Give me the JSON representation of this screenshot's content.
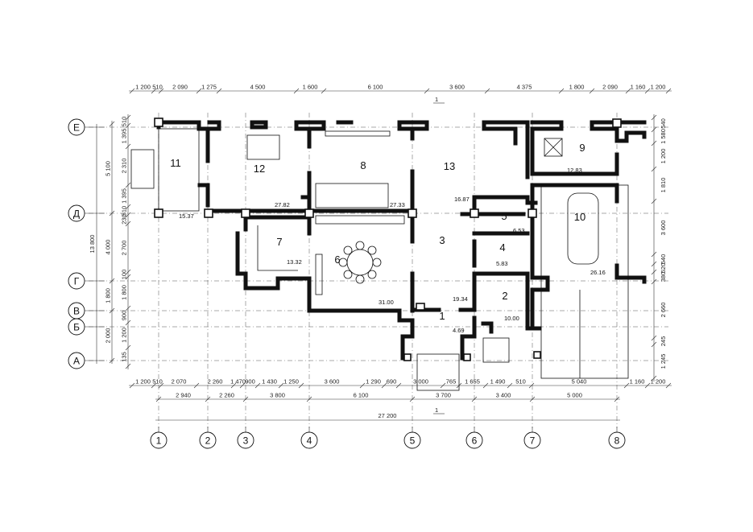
{
  "dims_top": [
    "1 200",
    "510",
    "2 090",
    "1 275",
    "4 500",
    "1 600",
    "6 100",
    "3 600",
    "4 375",
    "1 800",
    "2 090",
    "1 160",
    "1 200"
  ],
  "dims_bottom_1": [
    "1 200",
    "510",
    "2 070",
    "2 260",
    "1 470",
    "900",
    "1 430",
    "1 250",
    "3 600",
    "1 290",
    "690",
    "3 000",
    "765",
    "1 655",
    "1 490",
    "510",
    "5 040",
    "1 160",
    "1 200"
  ],
  "dims_bottom_2": [
    "2 940",
    "2 260",
    "3 800",
    "6 100",
    "3 700",
    "3 400",
    "5 000"
  ],
  "dim_total": "27 200",
  "dims_left_1": [
    "510",
    "1 395",
    "2 310",
    "1 395",
    "510",
    "230",
    "2 700",
    "100",
    "1 800",
    "900",
    "1 200",
    "135"
  ],
  "dims_left_2": [
    "5 100",
    "4 000",
    "1 800",
    "2 000"
  ],
  "dim_left_total": "13 800",
  "dims_right": [
    "540",
    "1 580",
    "1 200",
    "1 810",
    "3 600",
    "540",
    "520",
    "380",
    "2 660",
    "245",
    "1 245"
  ],
  "section_mark": "1",
  "axes_x": [
    "1",
    "2",
    "3",
    "4",
    "5",
    "6",
    "7",
    "8"
  ],
  "axes_y": [
    "Е",
    "Д",
    "Г",
    "В",
    "Б",
    "А"
  ],
  "rooms": [
    {
      "num": "1",
      "area": "4.69"
    },
    {
      "num": "2",
      "area": "10.00"
    },
    {
      "num": "3",
      "area": "19.34"
    },
    {
      "num": "4",
      "area": "5.83"
    },
    {
      "num": "5",
      "area": "6.53"
    },
    {
      "num": "6",
      "area": "31.00"
    },
    {
      "num": "7",
      "area": "13.32"
    },
    {
      "num": "8",
      "area": "27.33"
    },
    {
      "num": "9",
      "area": "12.83"
    },
    {
      "num": "10",
      "area": "26.16"
    },
    {
      "num": "11",
      "area": "15.37"
    },
    {
      "num": "12",
      "area": "27.82"
    },
    {
      "num": "13",
      "area": "16.87"
    }
  ]
}
